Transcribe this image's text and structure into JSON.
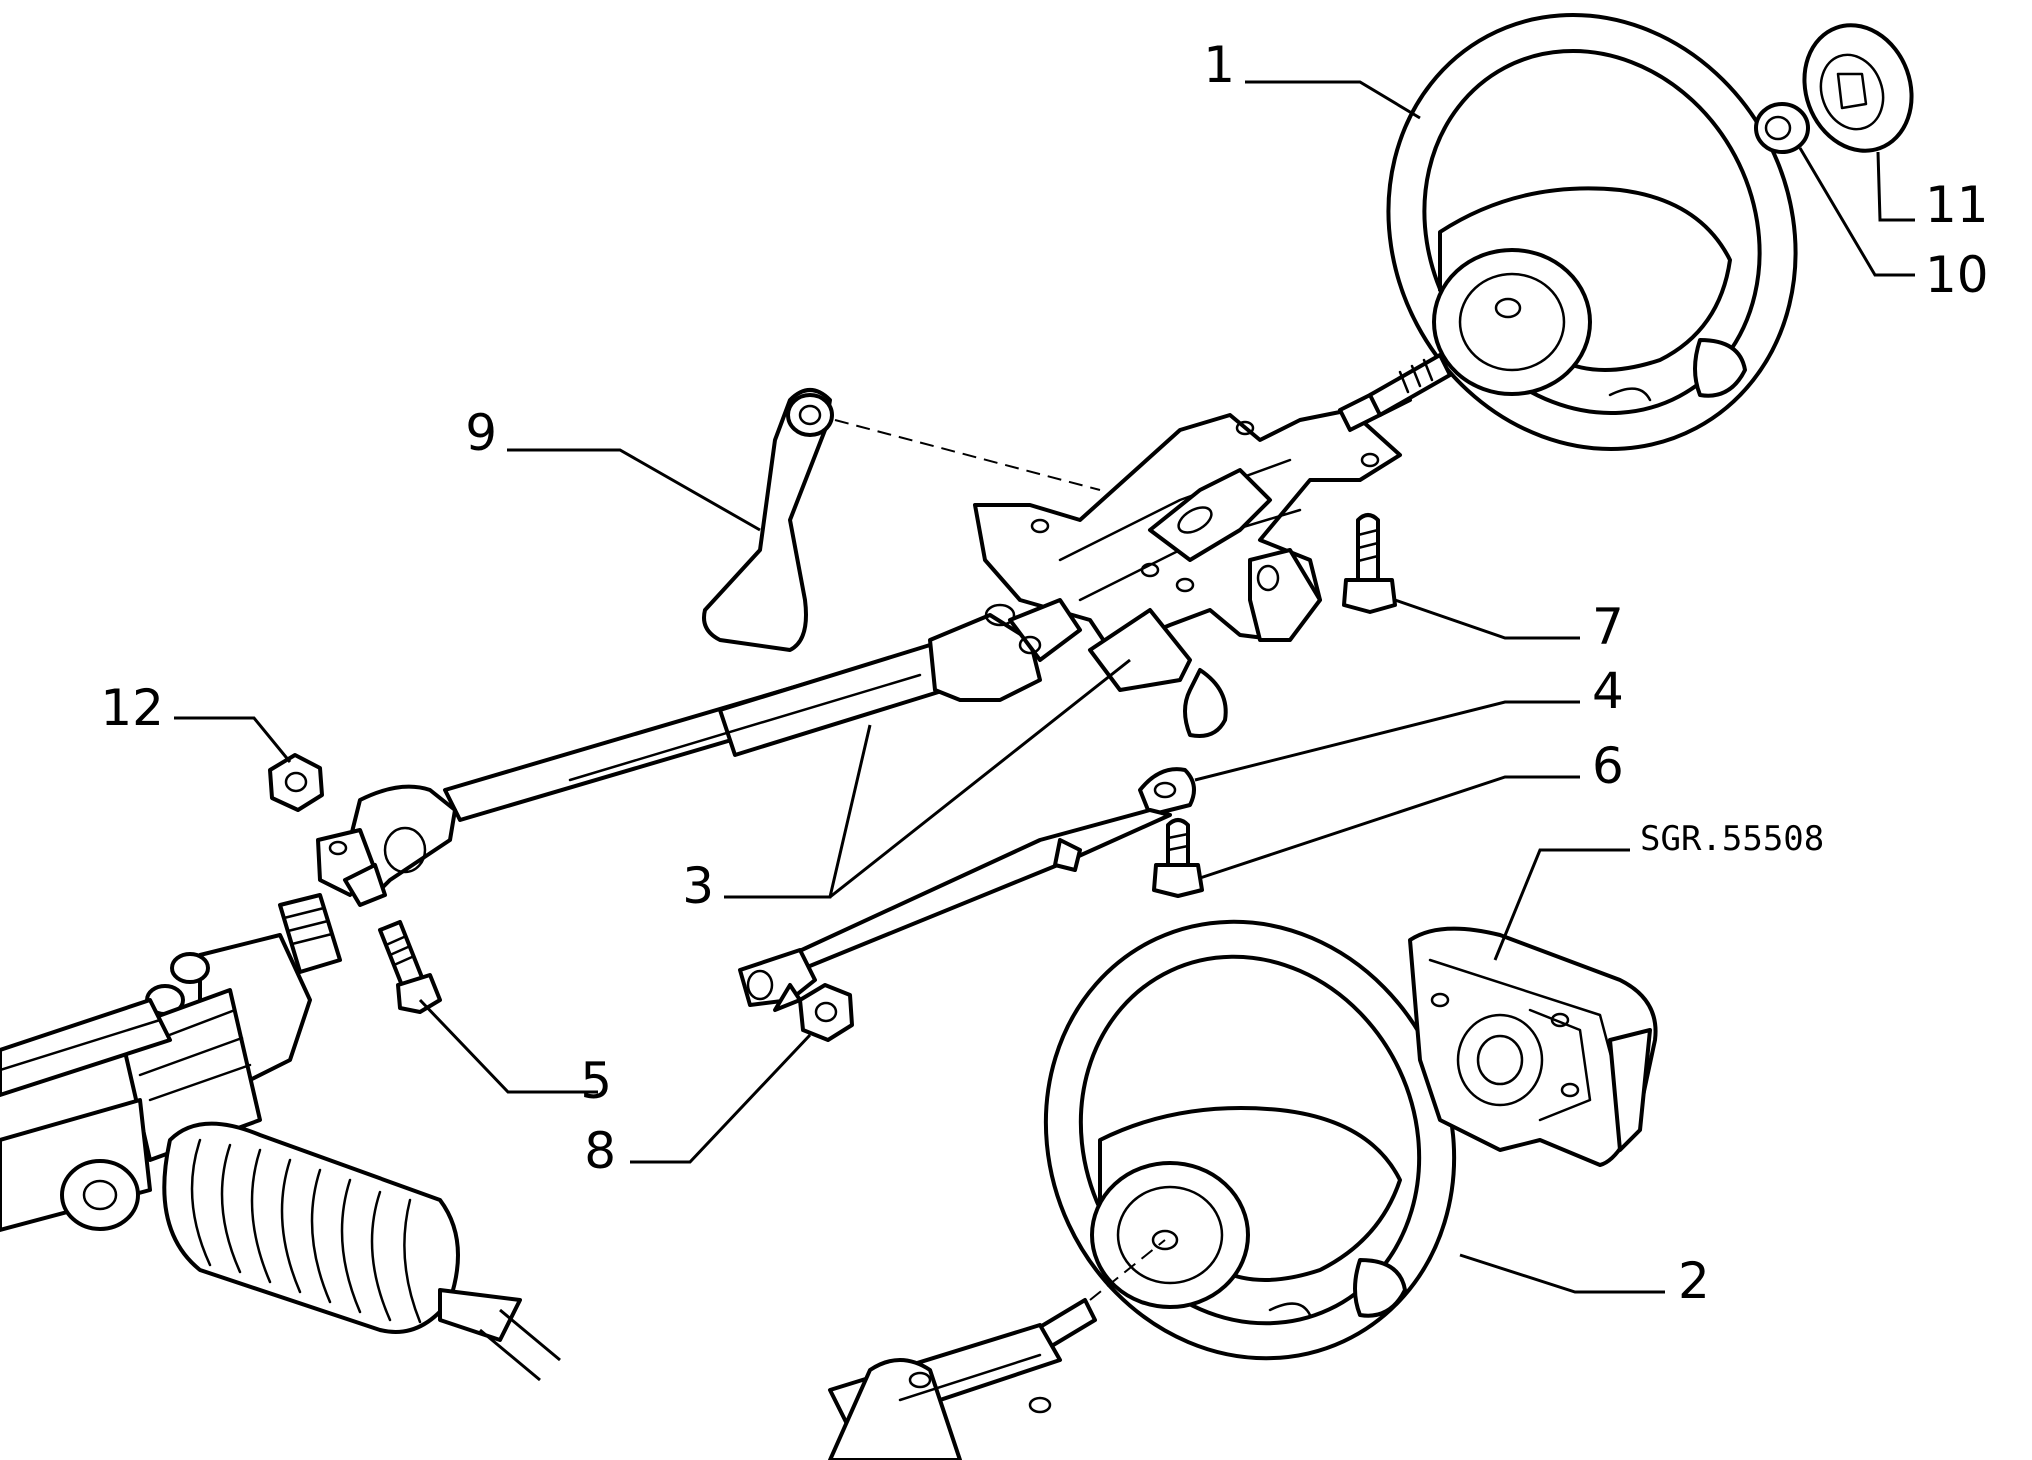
{
  "diagram": {
    "drawing_code": "SGR.55508",
    "callouts": [
      {
        "id": "1"
      },
      {
        "id": "2"
      },
      {
        "id": "3"
      },
      {
        "id": "4"
      },
      {
        "id": "5"
      },
      {
        "id": "6"
      },
      {
        "id": "7"
      },
      {
        "id": "8"
      },
      {
        "id": "9"
      },
      {
        "id": "10"
      },
      {
        "id": "11"
      },
      {
        "id": "12"
      }
    ]
  }
}
